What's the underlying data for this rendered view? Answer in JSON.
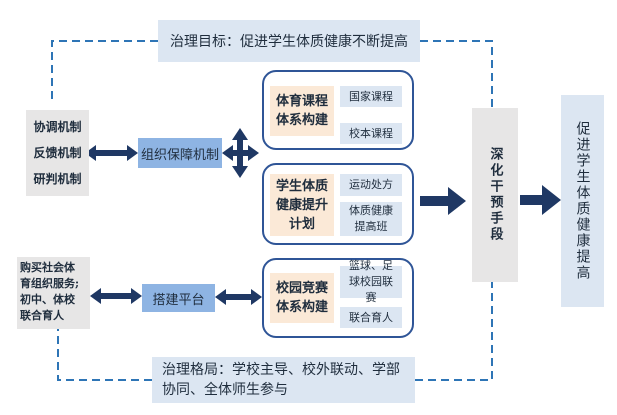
{
  "goal": "治理目标：促进学生体质健康不断提高",
  "pattern": {
    "line1": "治理格局：学校主导、校外联动、学部",
    "line2": "协同、全体师生参与"
  },
  "left_mechanisms": [
    "协调机制",
    "反馈机制",
    "研判机制"
  ],
  "left_services": {
    "line1": "购买社会体",
    "line2": "育组织服务;",
    "line3": "初中、体校",
    "line4": "联合育人"
  },
  "middle": {
    "guarantee": "组织保障机制",
    "platform": "搭建平台"
  },
  "groups": [
    {
      "title_line1": "体育课程",
      "title_line2": "体系构建",
      "items": [
        "国家课程",
        "校本课程"
      ]
    },
    {
      "title_line1": "学生体质",
      "title_line2": "健康提升",
      "title_line3": "计划",
      "items": [
        "运动处方",
        "体质健康提高班"
      ]
    },
    {
      "title_line1": "校园竞赛",
      "title_line2": "体系构建",
      "items": [
        "篮球、足球校园联赛",
        "联合育人"
      ]
    }
  ],
  "deepen": "深化干预手段",
  "outcome": "促进学生体质健康提高",
  "colors": {
    "arrow": "#1f3864",
    "dashed_line": "#2e75b6",
    "group_border": "#2f5597",
    "title_fill": "#fbe9d7",
    "sub_fill": "#dce6f2",
    "gray_fill": "#e7e6e6",
    "blue_fill": "#8eb4e3"
  }
}
